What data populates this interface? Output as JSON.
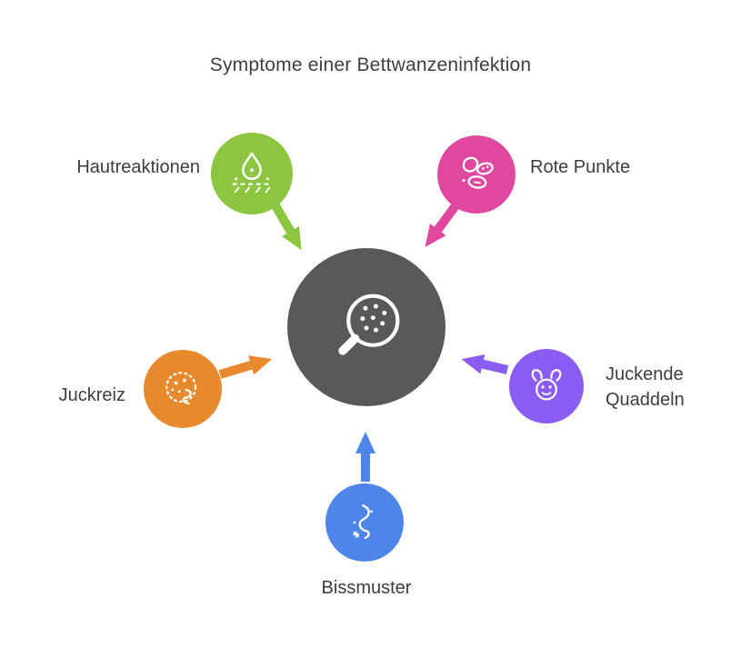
{
  "title": "Symptome einer Bettwanzeninfektion",
  "center": {
    "icon": "magnifier-dots-icon",
    "color": "#595959"
  },
  "nodes": [
    {
      "id": "hautreaktionen",
      "label": "Hautreaktionen",
      "color": "#8cc540",
      "icon": "skin-droplet-icon",
      "position": "top-left"
    },
    {
      "id": "rote-punkte",
      "label": "Rote Punkte",
      "color": "#e0479e",
      "icon": "red-spots-icon",
      "position": "top-right"
    },
    {
      "id": "juckreiz",
      "label": "Juckreiz",
      "color": "#e78a2e",
      "icon": "itchy-face-icon",
      "position": "left"
    },
    {
      "id": "juckende-quaddeln",
      "label": "Juckende Quaddeln",
      "color": "#8a5cf2",
      "icon": "wheals-face-icon",
      "position": "right"
    },
    {
      "id": "bissmuster",
      "label": "Bissmuster",
      "color": "#4d86e8",
      "icon": "bite-pattern-icon",
      "position": "bottom"
    }
  ],
  "text_color": "#3d3d3d",
  "background_color": "#ffffff"
}
